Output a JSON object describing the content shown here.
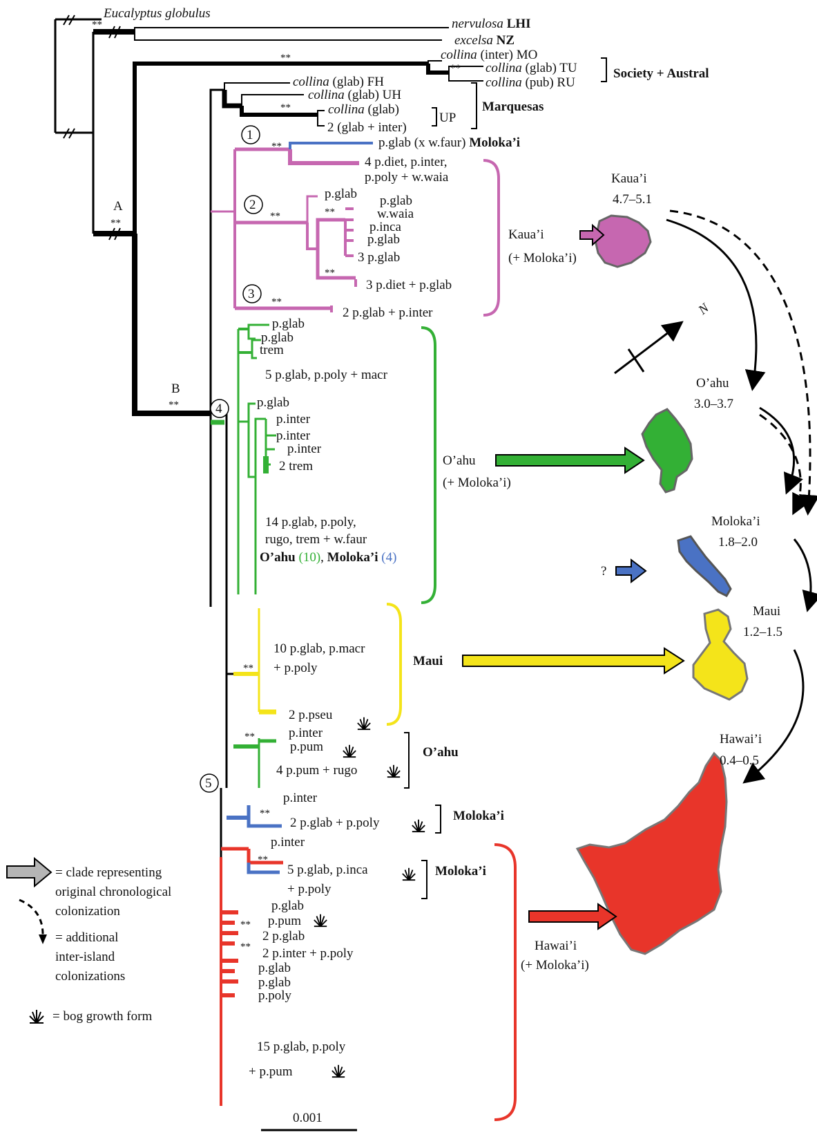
{
  "top": {
    "eucalyptus": "Eucalyptus globulus",
    "nervulosa_sp": "nervulosa",
    "nervulosa_loc": "LHI",
    "excelsa_sp": "excelsa",
    "excelsa_loc": "NZ",
    "collina_mo_sp": "collina",
    "collina_mo_rest": "(inter) MO",
    "collina_tu_sp": "collina",
    "collina_tu_rest": "(glab) TU",
    "collina_ru_sp": "collina",
    "collina_ru_rest": "(pub) RU",
    "society_austral": "Society + Austral",
    "collina_fh_sp": "collina",
    "collina_fh_rest": "(glab) FH",
    "collina_uh_sp": "collina",
    "collina_uh_rest": "(glab) UH",
    "collina_up_sp": "collina",
    "collina_up_rest": "(glab)",
    "up_second": "2 (glab + inter)",
    "up_label": "UP",
    "marquesas": "Marquesas"
  },
  "markers": {
    "double_star": "**",
    "node_a": "A",
    "node_b": "B",
    "n1": "1",
    "n2": "2",
    "n3": "3",
    "n4": "4",
    "n5": "5",
    "question": "?"
  },
  "kauai_clade": {
    "t1": "p.glab (x w.faur)",
    "t1_loc": "Moloka’i",
    "t2a": "4 p.diet, p.inter,",
    "t2b": "p.poly + w.waia",
    "t3": "p.glab",
    "t4": "p.glab",
    "t5": "w.waia",
    "t6": "p.inca",
    "t7": "p.glab",
    "t8": "3 p.glab",
    "t9": "3 p.diet + p.glab",
    "t10": "2 p.glab + p.inter",
    "label": "Kaua’i",
    "sub": "(+ Moloka’i)"
  },
  "oahu_clade": {
    "t1": "p.glab",
    "t2": "p.glab",
    "t3": "trem",
    "t4": "5 p.glab, p.poly + macr",
    "t5": "p.glab",
    "t6": "p.inter",
    "t7": "p.inter",
    "t8": "p.inter",
    "t9": "2 trem",
    "t10a": "14 p.glab, p.poly,",
    "t10b": "rugo, trem + w.faur",
    "oahu_bold": "O’ahu",
    "oahu_count": "(10)",
    "molokai_bold": "Moloka’i",
    "molokai_count": "(4)",
    "label": "O’ahu",
    "sub": "(+ Moloka’i)"
  },
  "maui_clade": {
    "t1a": "10 p.glab, p.macr",
    "t1b": "+ p.poly",
    "t2": "2 p.pseu",
    "label": "Maui"
  },
  "oahu2_clade": {
    "t1": "p.inter",
    "t2": "p.pum",
    "t3": "4 p.pum + rugo",
    "label": "O’ahu"
  },
  "molokai1_clade": {
    "t1": "p.inter",
    "t2": "2 p.glab + p.poly",
    "label": "Moloka’i"
  },
  "hawaii_clade": {
    "t1": "p.inter",
    "t2a": "5 p.glab, p.inca",
    "t2b": "+ p.poly",
    "mol_label": "Moloka’i",
    "t3": "p.glab",
    "t4": "p.pum",
    "t5": "2 p.glab",
    "t6": "2 p.inter + p.poly",
    "t7": "p.glab",
    "t8": "p.glab",
    "t9": "p.poly",
    "t10a": "15 p.glab, p.poly",
    "t10b": "+ p.pum",
    "label": "Hawai’i",
    "sub": "(+ Moloka’i)"
  },
  "scale_bar": "0.001",
  "islands": {
    "kauai_name": "Kaua’i",
    "kauai_age": "4.7–5.1",
    "oahu_name": "O’ahu",
    "oahu_age": "3.0–3.7",
    "molokai_name": "Moloka’i",
    "molokai_age": "1.8–2.0",
    "maui_name": "Maui",
    "maui_age": "1.2–1.5",
    "hawaii_name": "Hawai’i",
    "hawaii_age": "0.4–0.5",
    "north": "N"
  },
  "legend": {
    "arrow_l1": "= clade representing",
    "arrow_l2": "original chronological",
    "arrow_l3": "colonization",
    "dash_l1": "= additional",
    "dash_l2": "inter-island",
    "dash_l3": "colonizations",
    "bog": "= bog growth form"
  },
  "colors": {
    "kauai": "#c667b0",
    "oahu": "#33b035",
    "molokai": "#4a72c4",
    "maui": "#f4e41a",
    "hawaii": "#e8352a",
    "black": "#000000",
    "legend_arrow": "#b5b5b5"
  }
}
